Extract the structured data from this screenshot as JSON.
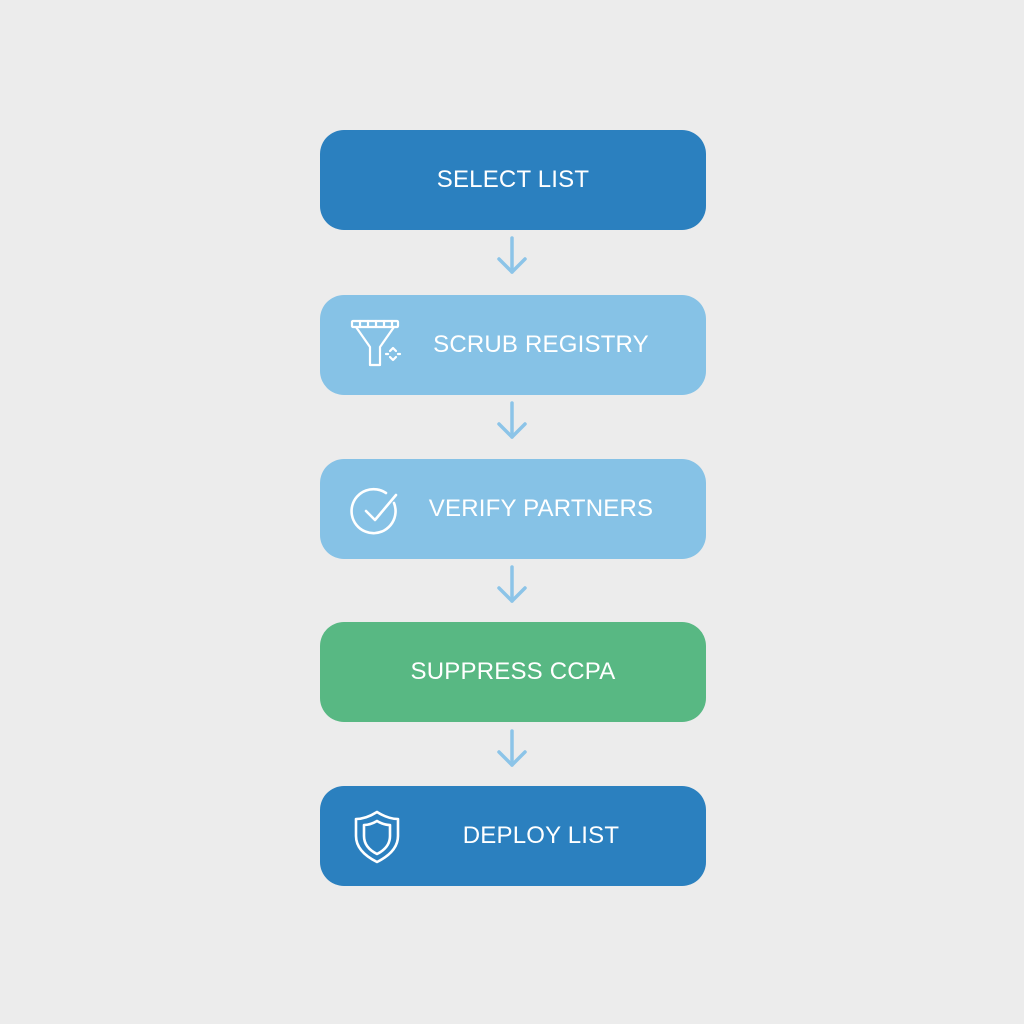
{
  "colors": {
    "dark_blue": "#2b80bf",
    "light_blue": "#86c2e6",
    "green": "#58b883",
    "arrow": "#8cc4e8",
    "background": "#ececec"
  },
  "steps": [
    {
      "label": "SELECT LIST",
      "icon": ""
    },
    {
      "label": "SCRUB REGISTRY",
      "icon": "filter-funnel-icon"
    },
    {
      "label": "VERIFY PARTNERS",
      "icon": "check-circle-icon"
    },
    {
      "label": "SUPPRESS CCPA",
      "icon": ""
    },
    {
      "label": "DEPLOY LIST",
      "icon": "shield-icon"
    }
  ]
}
